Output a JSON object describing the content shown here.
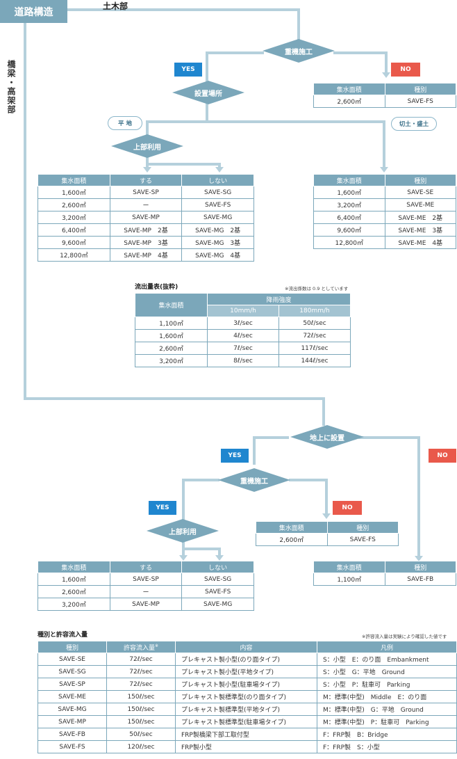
{
  "header": {
    "title": "道路構造",
    "civil": "土木部",
    "bridge": "橋梁・高架部"
  },
  "decisions": {
    "heavy1": "重機施工",
    "place": "設置場所",
    "upper1": "上部利用",
    "ground": "地上に設置",
    "heavy2": "重機施工",
    "upper2": "上部利用"
  },
  "badges": {
    "yes": "YES",
    "no": "NO"
  },
  "pills": {
    "flat": "平 地",
    "cut": "切土・盛土"
  },
  "t_no1": {
    "headers": [
      "集水面積",
      "種別"
    ],
    "rows": [
      [
        "2,600㎡",
        "SAVE-FS"
      ]
    ]
  },
  "t_flat": {
    "headers": [
      "集水面積",
      "する",
      "しない"
    ],
    "rows": [
      [
        "1,600㎡",
        "SAVE-SP",
        "SAVE-SG"
      ],
      [
        "2,600㎡",
        "ー",
        "SAVE-FS"
      ],
      [
        "3,200㎡",
        "SAVE-MP",
        "SAVE-MG"
      ],
      [
        "6,400㎡",
        "SAVE-MP　2基",
        "SAVE-MG　2基"
      ],
      [
        "9,600㎡",
        "SAVE-MP　3基",
        "SAVE-MG　3基"
      ],
      [
        "12,800㎡",
        "SAVE-MP　4基",
        "SAVE-MG　4基"
      ]
    ]
  },
  "t_cut": {
    "headers": [
      "集水面積",
      "種別"
    ],
    "rows": [
      [
        "1,600㎡",
        "SAVE-SE"
      ],
      [
        "3,200㎡",
        "SAVE-ME"
      ],
      [
        "6,400㎡",
        "SAVE-ME　2基"
      ],
      [
        "9,600㎡",
        "SAVE-ME　3基"
      ],
      [
        "12,800㎡",
        "SAVE-ME　4基"
      ]
    ]
  },
  "outflow": {
    "title": "流出量表(抜粋)",
    "note": "※流出係数は 0.9 としています",
    "h_area": "集水面積",
    "h_rain": "降雨強度",
    "h_10": "10mm/h",
    "h_180": "180mm/h",
    "rows": [
      [
        "1,100㎡",
        "3ℓ/sec",
        "50ℓ/sec"
      ],
      [
        "1,600㎡",
        "4ℓ/sec",
        "72ℓ/sec"
      ],
      [
        "2,600㎡",
        "7ℓ/sec",
        "117ℓ/sec"
      ],
      [
        "3,200㎡",
        "8ℓ/sec",
        "144ℓ/sec"
      ]
    ]
  },
  "t_no2": {
    "headers": [
      "集水面積",
      "種別"
    ],
    "rows": [
      [
        "2,600㎡",
        "SAVE-FS"
      ]
    ]
  },
  "t_fb": {
    "headers": [
      "集水面積",
      "種別"
    ],
    "rows": [
      [
        "1,100㎡",
        "SAVE-FB"
      ]
    ]
  },
  "t_bridge": {
    "headers": [
      "集水面積",
      "する",
      "しない"
    ],
    "rows": [
      [
        "1,600㎡",
        "SAVE-SP",
        "SAVE-SG"
      ],
      [
        "2,600㎡",
        "ー",
        "SAVE-FS"
      ],
      [
        "3,200㎡",
        "SAVE-MP",
        "SAVE-MG"
      ]
    ]
  },
  "legend": {
    "title": "種別と許容流入量",
    "note": "※許容流入量は実験により確認した値です",
    "headers": [
      "種別",
      "許容流入量",
      "内容",
      "凡例"
    ],
    "header_mark": "※",
    "rows": [
      [
        "SAVE-SE",
        "72ℓ/sec",
        "プレキャスト製小型(のり面タイプ)",
        "S：小型　E：のり面　Embankment"
      ],
      [
        "SAVE-SG",
        "72ℓ/sec",
        "プレキャスト製小型(平地タイプ)",
        "S：小型　G：平地　Ground"
      ],
      [
        "SAVE-SP",
        "72ℓ/sec",
        "プレキャスト製小型(駐車場タイプ)",
        "S：小型　P：駐車可　Parking"
      ],
      [
        "SAVE-ME",
        "150ℓ/sec",
        "プレキャスト製標準型(のり面タイプ)",
        "M：標準(中型)　Middle　E：のり面"
      ],
      [
        "SAVE-MG",
        "150ℓ/sec",
        "プレキャスト製標準型(平地タイプ)",
        "M：標準(中型)　G：平地　Ground"
      ],
      [
        "SAVE-MP",
        "150ℓ/sec",
        "プレキャスト製標準型(駐車場タイプ)",
        "M：標準(中型)　P：駐車可　Parking"
      ],
      [
        "SAVE-FB",
        "50ℓ/sec",
        "FRP製橋梁下部工取付型",
        "F：FRP製　B：Bridge"
      ],
      [
        "SAVE-FS",
        "120ℓ/sec",
        "FRP製小型",
        "F：FRP製　S：小型"
      ]
    ]
  },
  "colors": {
    "line": "#b5d0dc",
    "header": "#7ba7ba",
    "yes": "#1f86cf",
    "no": "#e9594b"
  }
}
